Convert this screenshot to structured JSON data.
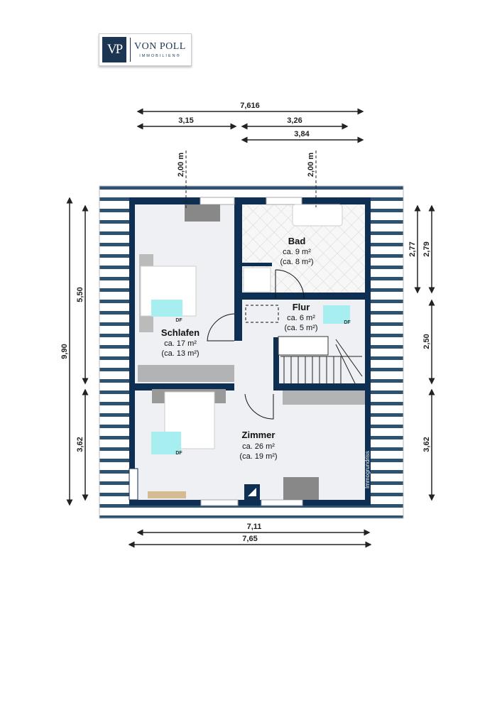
{
  "logo": {
    "mark": "VP",
    "name": "VON POLL",
    "sub": "IMMOBILIEN®"
  },
  "dimensions": {
    "top_total": "7,616",
    "top_left": "3,15",
    "top_right": "3,26",
    "top_right_long": "3,84",
    "knee_left": "2,00 m",
    "knee_right": "2,00 m",
    "left_total": "9,90",
    "left_upper": "5,50",
    "left_lower": "3,62",
    "right_a": "2,77",
    "right_b": "2,79",
    "right_mid": "2,50",
    "right_lower": "3,62",
    "bottom_inner": "7,11",
    "bottom_outer": "7,65"
  },
  "rooms": [
    {
      "name": "Bad",
      "area": "ca. 9 m²",
      "net": "(ca. 8 m²)"
    },
    {
      "name": "Flur",
      "area": "ca. 6 m²",
      "net": "(ca. 5 m²)"
    },
    {
      "name": "Schlafen",
      "area": "ca. 17 m²",
      "net": "(ca. 13 m²)"
    },
    {
      "name": "Zimmer",
      "area": "ca. 26 m²",
      "net": "(ca. 19 m²)"
    }
  ],
  "skylight_label": "DF",
  "watermark": "Immogrundriss",
  "colors": {
    "wall": "#0f2f52",
    "floor": "#eef0f3",
    "skylight": "#a6eef0"
  }
}
